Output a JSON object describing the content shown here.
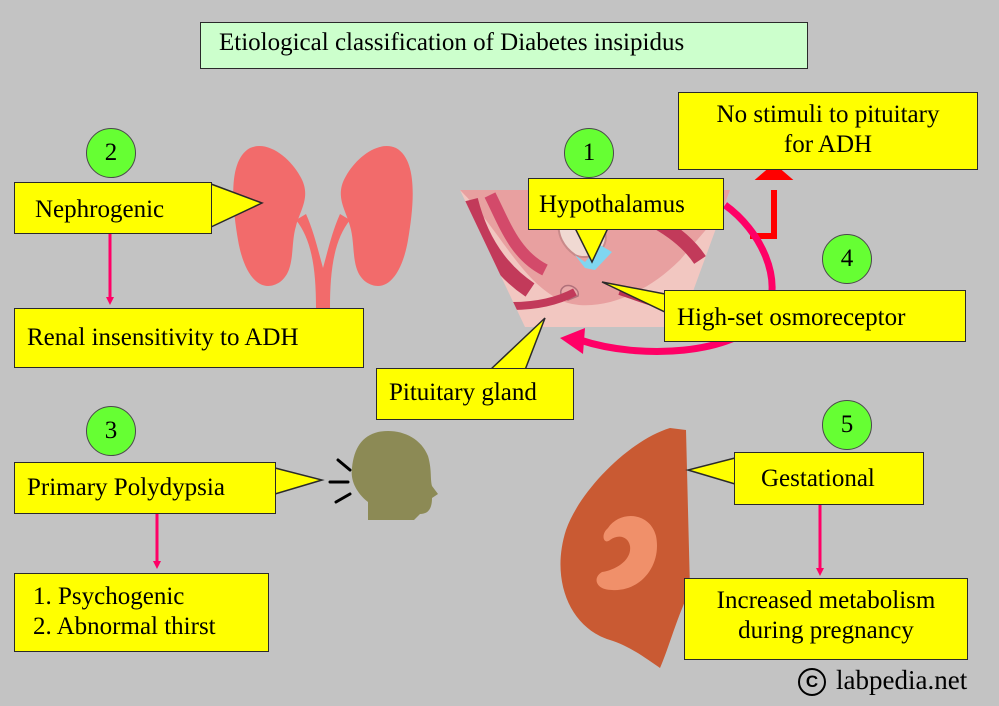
{
  "title": "Etiological classification of Diabetes insipidus",
  "numbers": {
    "n1": "1",
    "n2": "2",
    "n3": "3",
    "n4": "4",
    "n5": "5"
  },
  "nephrogenic": {
    "label": "Nephrogenic",
    "effect": "Renal insensitivity to ADH"
  },
  "central": {
    "hypothalamus": "Hypothalamus",
    "no_stimuli": [
      "No stimuli to pituitary",
      "for ADH"
    ],
    "pituitary": "Pituitary gland",
    "osmoreceptor": "High-set osmoreceptor"
  },
  "polydypsia": {
    "label": "Primary Polydypsia",
    "causes": [
      "1. Psychogenic",
      "2. Abnormal thirst"
    ]
  },
  "gestational": {
    "label": "Gestational",
    "effect": [
      "Increased metabolism",
      "during pregnancy"
    ]
  },
  "credit": "labpedia.net",
  "colors": {
    "background": "#c3c3c3",
    "label_box": "#ffff00",
    "title_box": "#ccffcc",
    "number_circle": "#66ff33",
    "arrow": "#ff0066",
    "kidney": "#f26b6b",
    "head": "#8c8a55",
    "uterus": "#c95a33",
    "fetus": "#f0906a"
  },
  "icons": [
    "kidneys-icon",
    "brain-section-icon",
    "speaking-head-icon",
    "pregnant-uterus-icon",
    "copyright-icon"
  ]
}
